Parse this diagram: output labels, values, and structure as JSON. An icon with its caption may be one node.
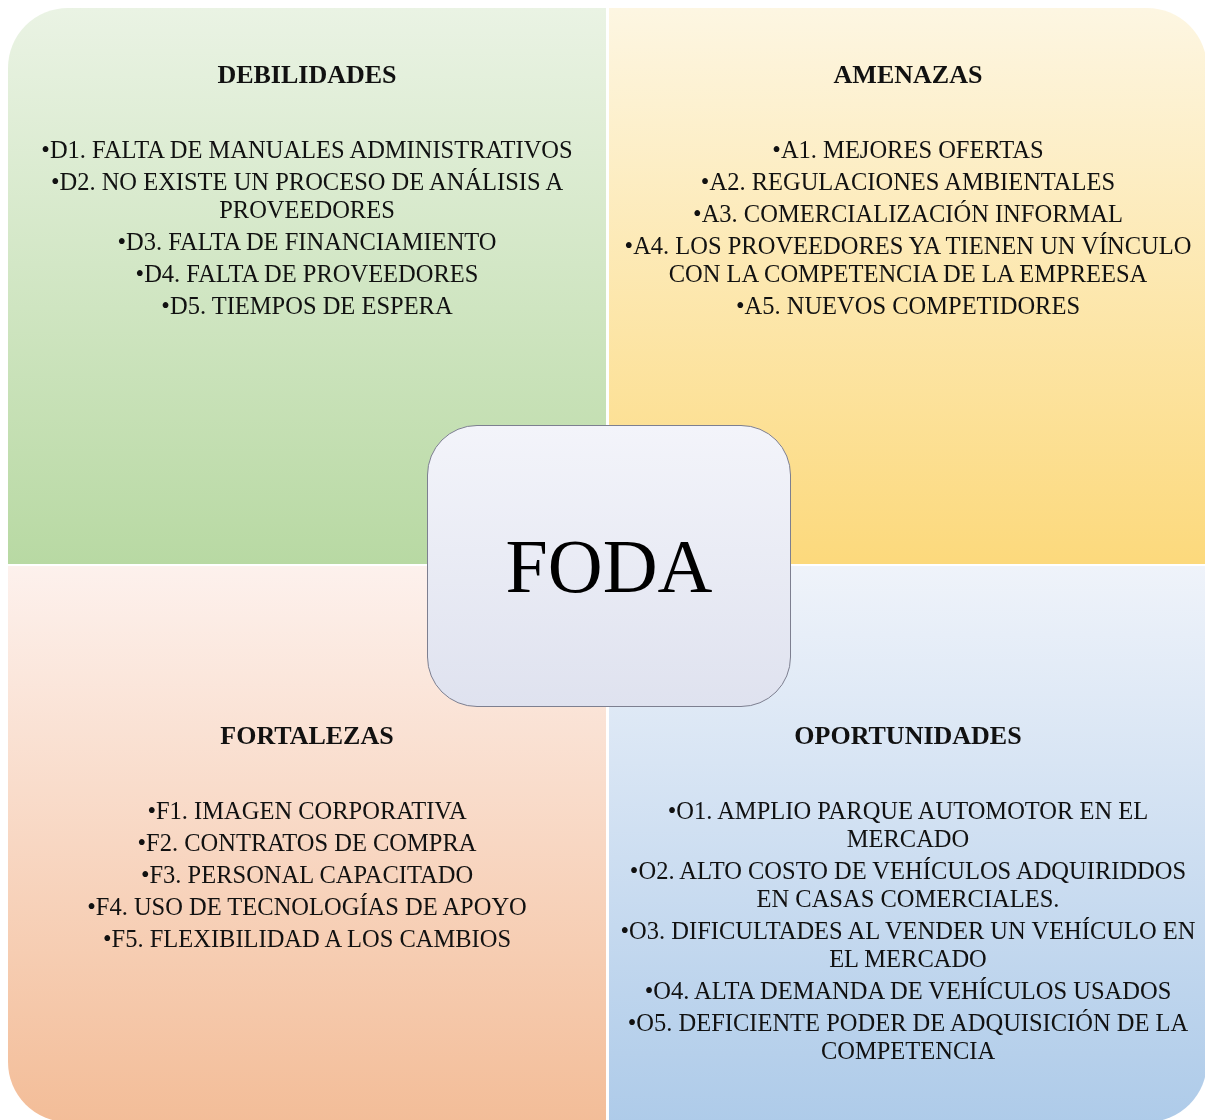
{
  "diagram": {
    "nodes": [
      {
        "text": [
          "DEBILIDADES",
          "•D1. FALTA DE MANUALES ADMINISTRATIVOS",
          "•D2. NO EXISTE UN PROCESO DE ANÁLISIS A PROVEEDORES",
          "•D3. FALTA DE FINANCIAMIENTO",
          "•D4. FALTA DE PROVEEDORES",
          "•D5. TIEMPOS DE ESPERA"
        ]
      },
      {
        "text": [
          "AMENAZAS",
          "•A1. MEJORES OFERTAS",
          "•A2. REGULACIONES AMBIENTALES",
          "•A3. COMERCIALIZACIÓN INFORMAL",
          "•A4. LOS PROVEEDORES YA TIENEN UN VÍNCULO CON LA COMPETENCIA DE LA EMPREESA",
          "•A5. NUEVOS COMPETIDORES"
        ]
      },
      {
        "text": [
          "FORTALEZAS",
          "•F1. IMAGEN CORPORATIVA",
          "•F2. CONTRATOS DE COMPRA",
          "•F3. PERSONAL CAPACITADO",
          "•F4. USO DE TECNOLOGÍAS DE APOYO",
          "•F5. FLEXIBILIDAD A LOS CAMBIOS"
        ]
      },
      {
        "text": [
          "OPORTUNIDADES",
          "•O1. AMPLIO PARQUE AUTOMOTOR EN EL MERCADO",
          "•O2. ALTO COSTO DE VEHÍCULOS ADQUIRIDDOS EN CASAS COMERCIALES.",
          "•O3. DIFICULTADES AL VENDER UN VEHÍCULO EN EL MERCADO",
          "•O4. ALTA DEMANDA DE VEHÍCULOS USADOS",
          "•O5. DEFICIENTE PODER DE ADQUISICIÓN DE LA COMPETENCIA"
        ]
      },
      {
        "text": [
          "FODA"
        ]
      }
    ],
    "edges": []
  }
}
